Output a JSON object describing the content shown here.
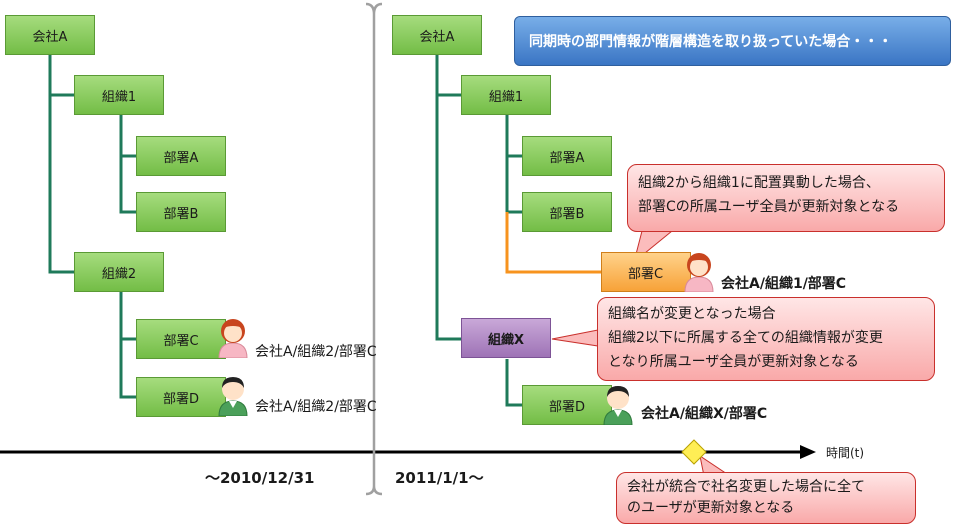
{
  "title": "同期時の部門情報が階層構造を取り扱っていた場合・・・",
  "left": {
    "company": "会社A",
    "org1": "組織1",
    "deptA": "部署A",
    "deptB": "部署B",
    "org2": "組織2",
    "deptC": "部署C",
    "deptD": "部署D",
    "pathC": "会社A/組織2/部署C",
    "pathD": "会社A/組織2/部署C",
    "date": "～2010/12/31"
  },
  "right": {
    "company": "会社A",
    "org1": "組織1",
    "deptA": "部署A",
    "deptB": "部署B",
    "deptC": "部署C",
    "orgX": "組織X",
    "deptD": "部署D",
    "pathC": "会社A/組織1/部署C",
    "pathD": "会社A/組織X/部署C",
    "date": "2011/1/1～"
  },
  "callouts": {
    "move": [
      "組織2から組織1に配置異動した場合、",
      "部署Cの所属ユーザ全員が更新対象となる"
    ],
    "rename": [
      "組織名が変更となった場合",
      "組織2以下に所属する全ての組織情報が変更",
      "となり所属ユーザ全員が更新対象となる"
    ],
    "merge": [
      "会社が統合で社名変更した場合に全て",
      "のユーザが更新対象となる"
    ]
  },
  "axis": {
    "label": "時間(t)"
  },
  "colors": {
    "tree_line": "#1f7a5a",
    "moved_line": "#f7931e",
    "node_green": "#8ccf5f",
    "node_orange": "#f7a238",
    "node_purple": "#9e73b6",
    "callout_border": "#c9302c",
    "title_blue": "#4a86d4",
    "diamond": "#ffee55"
  },
  "icons": [
    "female-user-icon",
    "male-user-icon",
    "diamond-marker-icon",
    "brace-divider-icon"
  ]
}
